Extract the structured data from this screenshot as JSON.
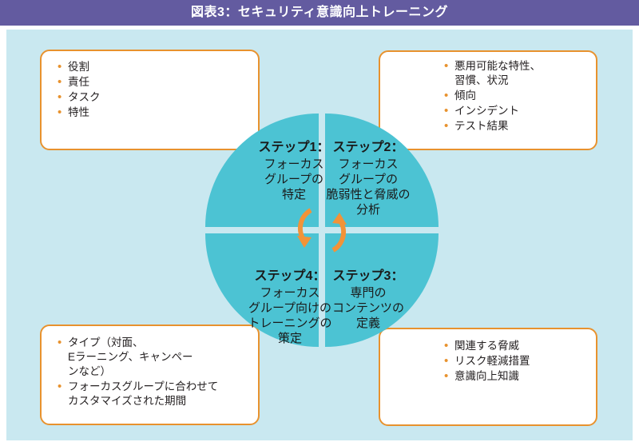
{
  "header": {
    "title": "図表3：セキュリティ意識向上トレーニング",
    "bar_color": "#635ba0",
    "text_color": "#ffffff"
  },
  "theme": {
    "stage_background": "#c9e8f0",
    "wheel_color": "#4cc3d3",
    "accent_orange": "#e8922e",
    "callout_background": "#ffffff",
    "text_color": "#231f20"
  },
  "wheel": {
    "center_icon": "recycle-cycle-arrow-icon",
    "steps": [
      {
        "id": "step-1",
        "head": "ステップ1：",
        "body": "フォーカス\nグループの\n特定"
      },
      {
        "id": "step-2",
        "head": "ステップ2：",
        "body": "フォーカス\nグループの\n脆弱性と脅威の\n分析"
      },
      {
        "id": "step-3",
        "head": "ステップ3：",
        "body": "専門の\nコンテンツの\n定義"
      },
      {
        "id": "step-4",
        "head": "ステップ4：",
        "body": "フォーカス\nグループ向けの\nトレーニングの\n策定"
      }
    ]
  },
  "callouts": {
    "top_left": {
      "items": [
        "役割",
        "責任",
        "タスク",
        "特性"
      ]
    },
    "top_right": {
      "items": [
        "悪用可能な特性、\n習慣、状況",
        "傾向",
        "インシデント",
        "テスト結果"
      ]
    },
    "bottom_left": {
      "items": [
        "タイプ（対面、\nEラーニング、キャンペー\nンなど）",
        "フォーカスグループに合わせて\nカスタマイズされた期間"
      ]
    },
    "bottom_right": {
      "items": [
        "関連する脅威",
        "リスク軽減措置",
        "意識向上知識"
      ]
    }
  }
}
